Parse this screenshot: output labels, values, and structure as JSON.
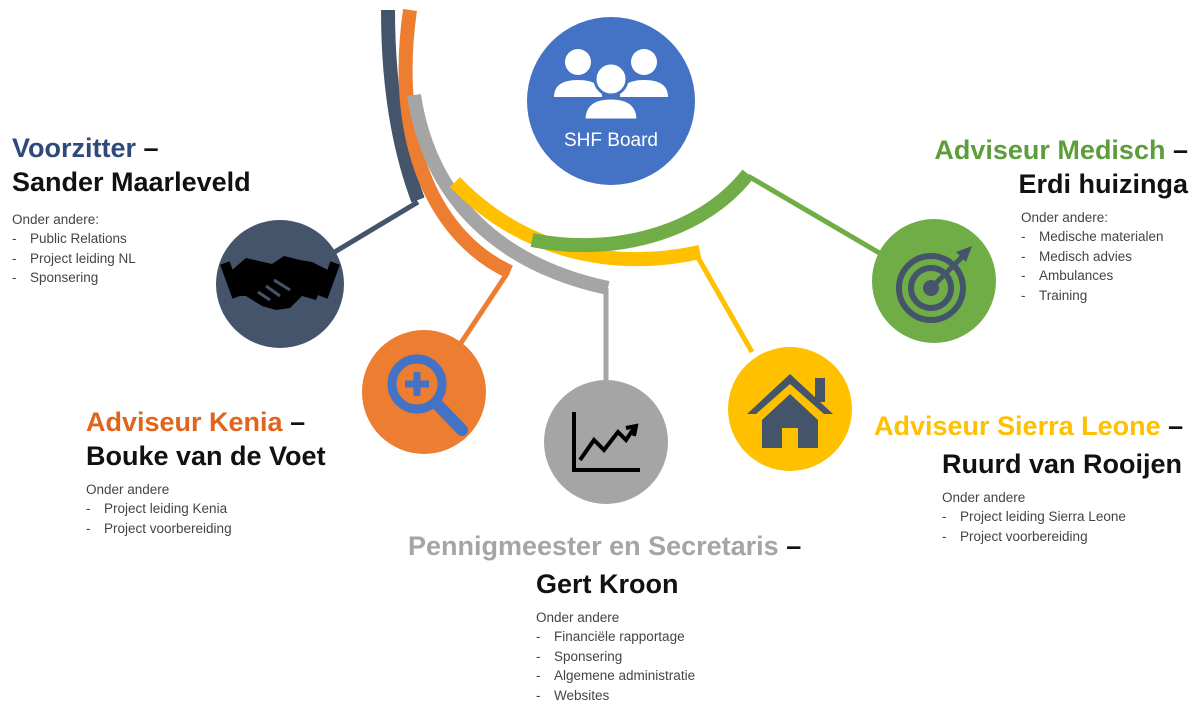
{
  "hub": {
    "label": "SHF Board",
    "icon": "group-icon",
    "color": "#4472C4"
  },
  "members": [
    {
      "role": "Voorzitter",
      "person": "Sander Maarleveld",
      "intro": "Onder andere:",
      "tasks": [
        "Public Relations",
        "Project leiding NL",
        "Sponsering"
      ],
      "color": "#44546A",
      "icon": "handshake-icon"
    },
    {
      "role": "Adviseur Kenia",
      "person": "Bouke van de Voet",
      "intro": "Onder andere",
      "tasks": [
        "Project leiding Kenia",
        "Project voorbereiding"
      ],
      "color": "#ED7D31",
      "icon": "zoom-in-icon"
    },
    {
      "role": "Pennigmeester en Secretaris",
      "person": "Gert Kroon",
      "intro": "Onder andere",
      "tasks": [
        "Financiële rapportage",
        "Sponsering",
        "Algemene administratie",
        "Websites"
      ],
      "color": "#A5A5A5",
      "icon": "trend-chart-icon"
    },
    {
      "role": "Adviseur Sierra Leone",
      "person": "Ruurd van Rooijen",
      "intro": "Onder andere",
      "tasks": [
        "Project leiding Sierra Leone",
        "Project voorbereiding"
      ],
      "color": "#FFC000",
      "icon": "house-icon"
    },
    {
      "role": "Adviseur Medisch",
      "person": "Erdi huizinga",
      "intro": "Onder andere:",
      "tasks": [
        "Medische materialen",
        "Medisch advies",
        "Ambulances",
        "Training"
      ],
      "color": "#70AD47",
      "icon": "target-icon"
    }
  ]
}
